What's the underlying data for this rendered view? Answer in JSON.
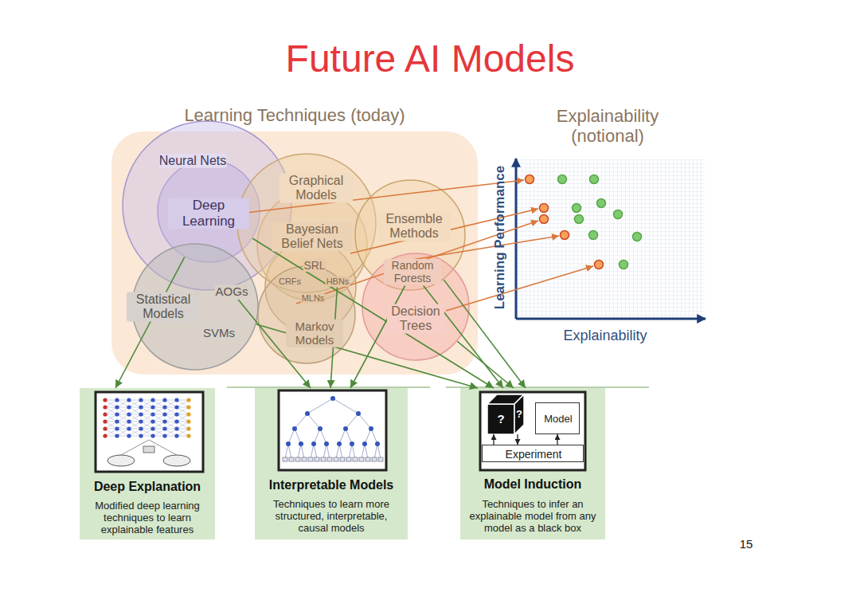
{
  "diagram": {
    "title": "Future AI Models",
    "nodes": [
      {
        "text": [
          "Learning Techniques (today)"
        ]
      },
      {
        "text": [
          "Neural Nets"
        ],
        "in": 0
      },
      {
        "text": [
          "Deep Learning"
        ],
        "in": 1
      },
      {
        "text": [
          "Graphical Models"
        ],
        "in": 0
      },
      {
        "text": [
          "Bayesian Belief Nets"
        ],
        "in": 3
      },
      {
        "text": [
          "SRL"
        ],
        "in": 3
      },
      {
        "text": [
          "CRFs"
        ],
        "in": 5
      },
      {
        "text": [
          "HBNs"
        ],
        "in": 5
      },
      {
        "text": [
          "MLNs"
        ],
        "in": 5
      },
      {
        "text": [
          "Markov Models"
        ],
        "in": 0
      },
      {
        "text": [
          "Ensemble Methods"
        ],
        "in": 0
      },
      {
        "text": [
          "Random Forests"
        ],
        "in": 10
      },
      {
        "text": [
          "Decision Trees"
        ],
        "in": 0
      },
      {
        "text": [
          "Statistical Models"
        ],
        "in": 0
      },
      {
        "text": [
          "AOGs"
        ],
        "in": 13
      },
      {
        "text": [
          "SVMs"
        ],
        "in": 13
      },
      {
        "text": [
          "Deep Explanation",
          "Modified deep learning techniques to learn explainable features"
        ]
      },
      {
        "text": [
          "Interpretable Models",
          "Techniques to learn more structured, interpretable, causal models"
        ]
      },
      {
        "text": [
          "Model Induction",
          "Techniques to infer an explainable model from any model as a black box"
        ]
      },
      {
        "text": [
          "?",
          "?"
        ],
        "in": 18
      },
      {
        "text": [
          "Model"
        ],
        "in": 18
      },
      {
        "text": [
          "Experiment"
        ],
        "in": 18
      }
    ],
    "edges": [
      {
        "from": 2,
        "to": 16,
        "arrow": "to"
      },
      {
        "from": 2,
        "to": 18,
        "arrow": "to"
      },
      {
        "from": 13,
        "to": 18,
        "arrow": "to"
      },
      {
        "from": 14,
        "to": 17,
        "arrow": "to"
      },
      {
        "from": 7,
        "to": 17,
        "arrow": "to"
      },
      {
        "from": 11,
        "to": 17,
        "arrow": "to"
      },
      {
        "from": 11,
        "to": 18,
        "arrow": "to"
      },
      {
        "from": 12,
        "to": 18,
        "arrow": "to"
      },
      {
        "from": 10,
        "to": 18,
        "arrow": "to"
      },
      {
        "from": 21,
        "to": 19,
        "arrow": "to"
      },
      {
        "from": 19,
        "to": 21,
        "arrow": "to"
      },
      {
        "from": 21,
        "to": 20,
        "arrow": "to"
      }
    ],
    "labels": [
      "Explainability (notional)",
      "Learning Performance",
      "Explainability",
      "15"
    ]
  }
}
